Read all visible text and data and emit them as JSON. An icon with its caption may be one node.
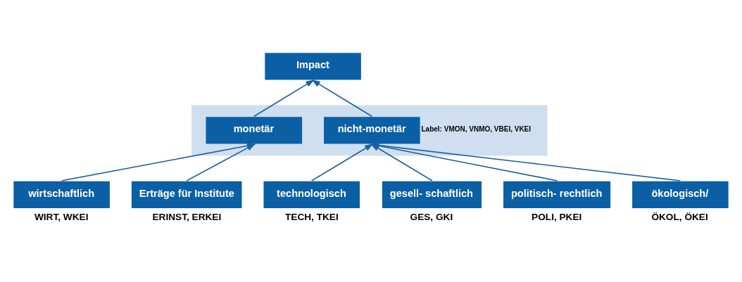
{
  "diagram": {
    "nodes": [
      {
        "text": [
          "Impact"
        ]
      },
      {
        "text": [],
        "shape": "band"
      },
      {
        "text": [
          "monetär"
        ],
        "in": 1
      },
      {
        "text": [
          "nicht-monetär"
        ],
        "in": 1,
        "beside": [
          "Label: VMON, VNMO, VBEI, VKEI"
        ]
      },
      {
        "text": [
          "wirtschaftlich"
        ],
        "beside": [
          "WIRT, WKEI"
        ]
      },
      {
        "text": [
          "Erträge für Institute"
        ],
        "beside": [
          "ERINST, ERKEI"
        ]
      },
      {
        "text": [
          "technologisch"
        ],
        "beside": [
          "TECH, TKEI"
        ]
      },
      {
        "text": [
          "gesell- schaftlich"
        ],
        "beside": [
          "GES, GKI"
        ]
      },
      {
        "text": [
          "politisch- rechtlich"
        ],
        "beside": [
          "POLI, PKEI"
        ]
      },
      {
        "text": [
          "ökologisch/"
        ],
        "beside": [
          "ÖKOL, ÖKEI"
        ]
      }
    ],
    "edges": [
      {
        "from": 2,
        "to": 0,
        "arrow": "to"
      },
      {
        "from": 3,
        "to": 0,
        "arrow": "to"
      },
      {
        "from": 4,
        "to": 2,
        "arrow": "to"
      },
      {
        "from": 5,
        "to": 2,
        "arrow": "to"
      },
      {
        "from": 6,
        "to": 3,
        "arrow": "to"
      },
      {
        "from": 7,
        "to": 3,
        "arrow": "to"
      },
      {
        "from": 8,
        "to": 3,
        "arrow": "to"
      },
      {
        "from": 9,
        "to": 3,
        "arrow": "to"
      }
    ]
  }
}
